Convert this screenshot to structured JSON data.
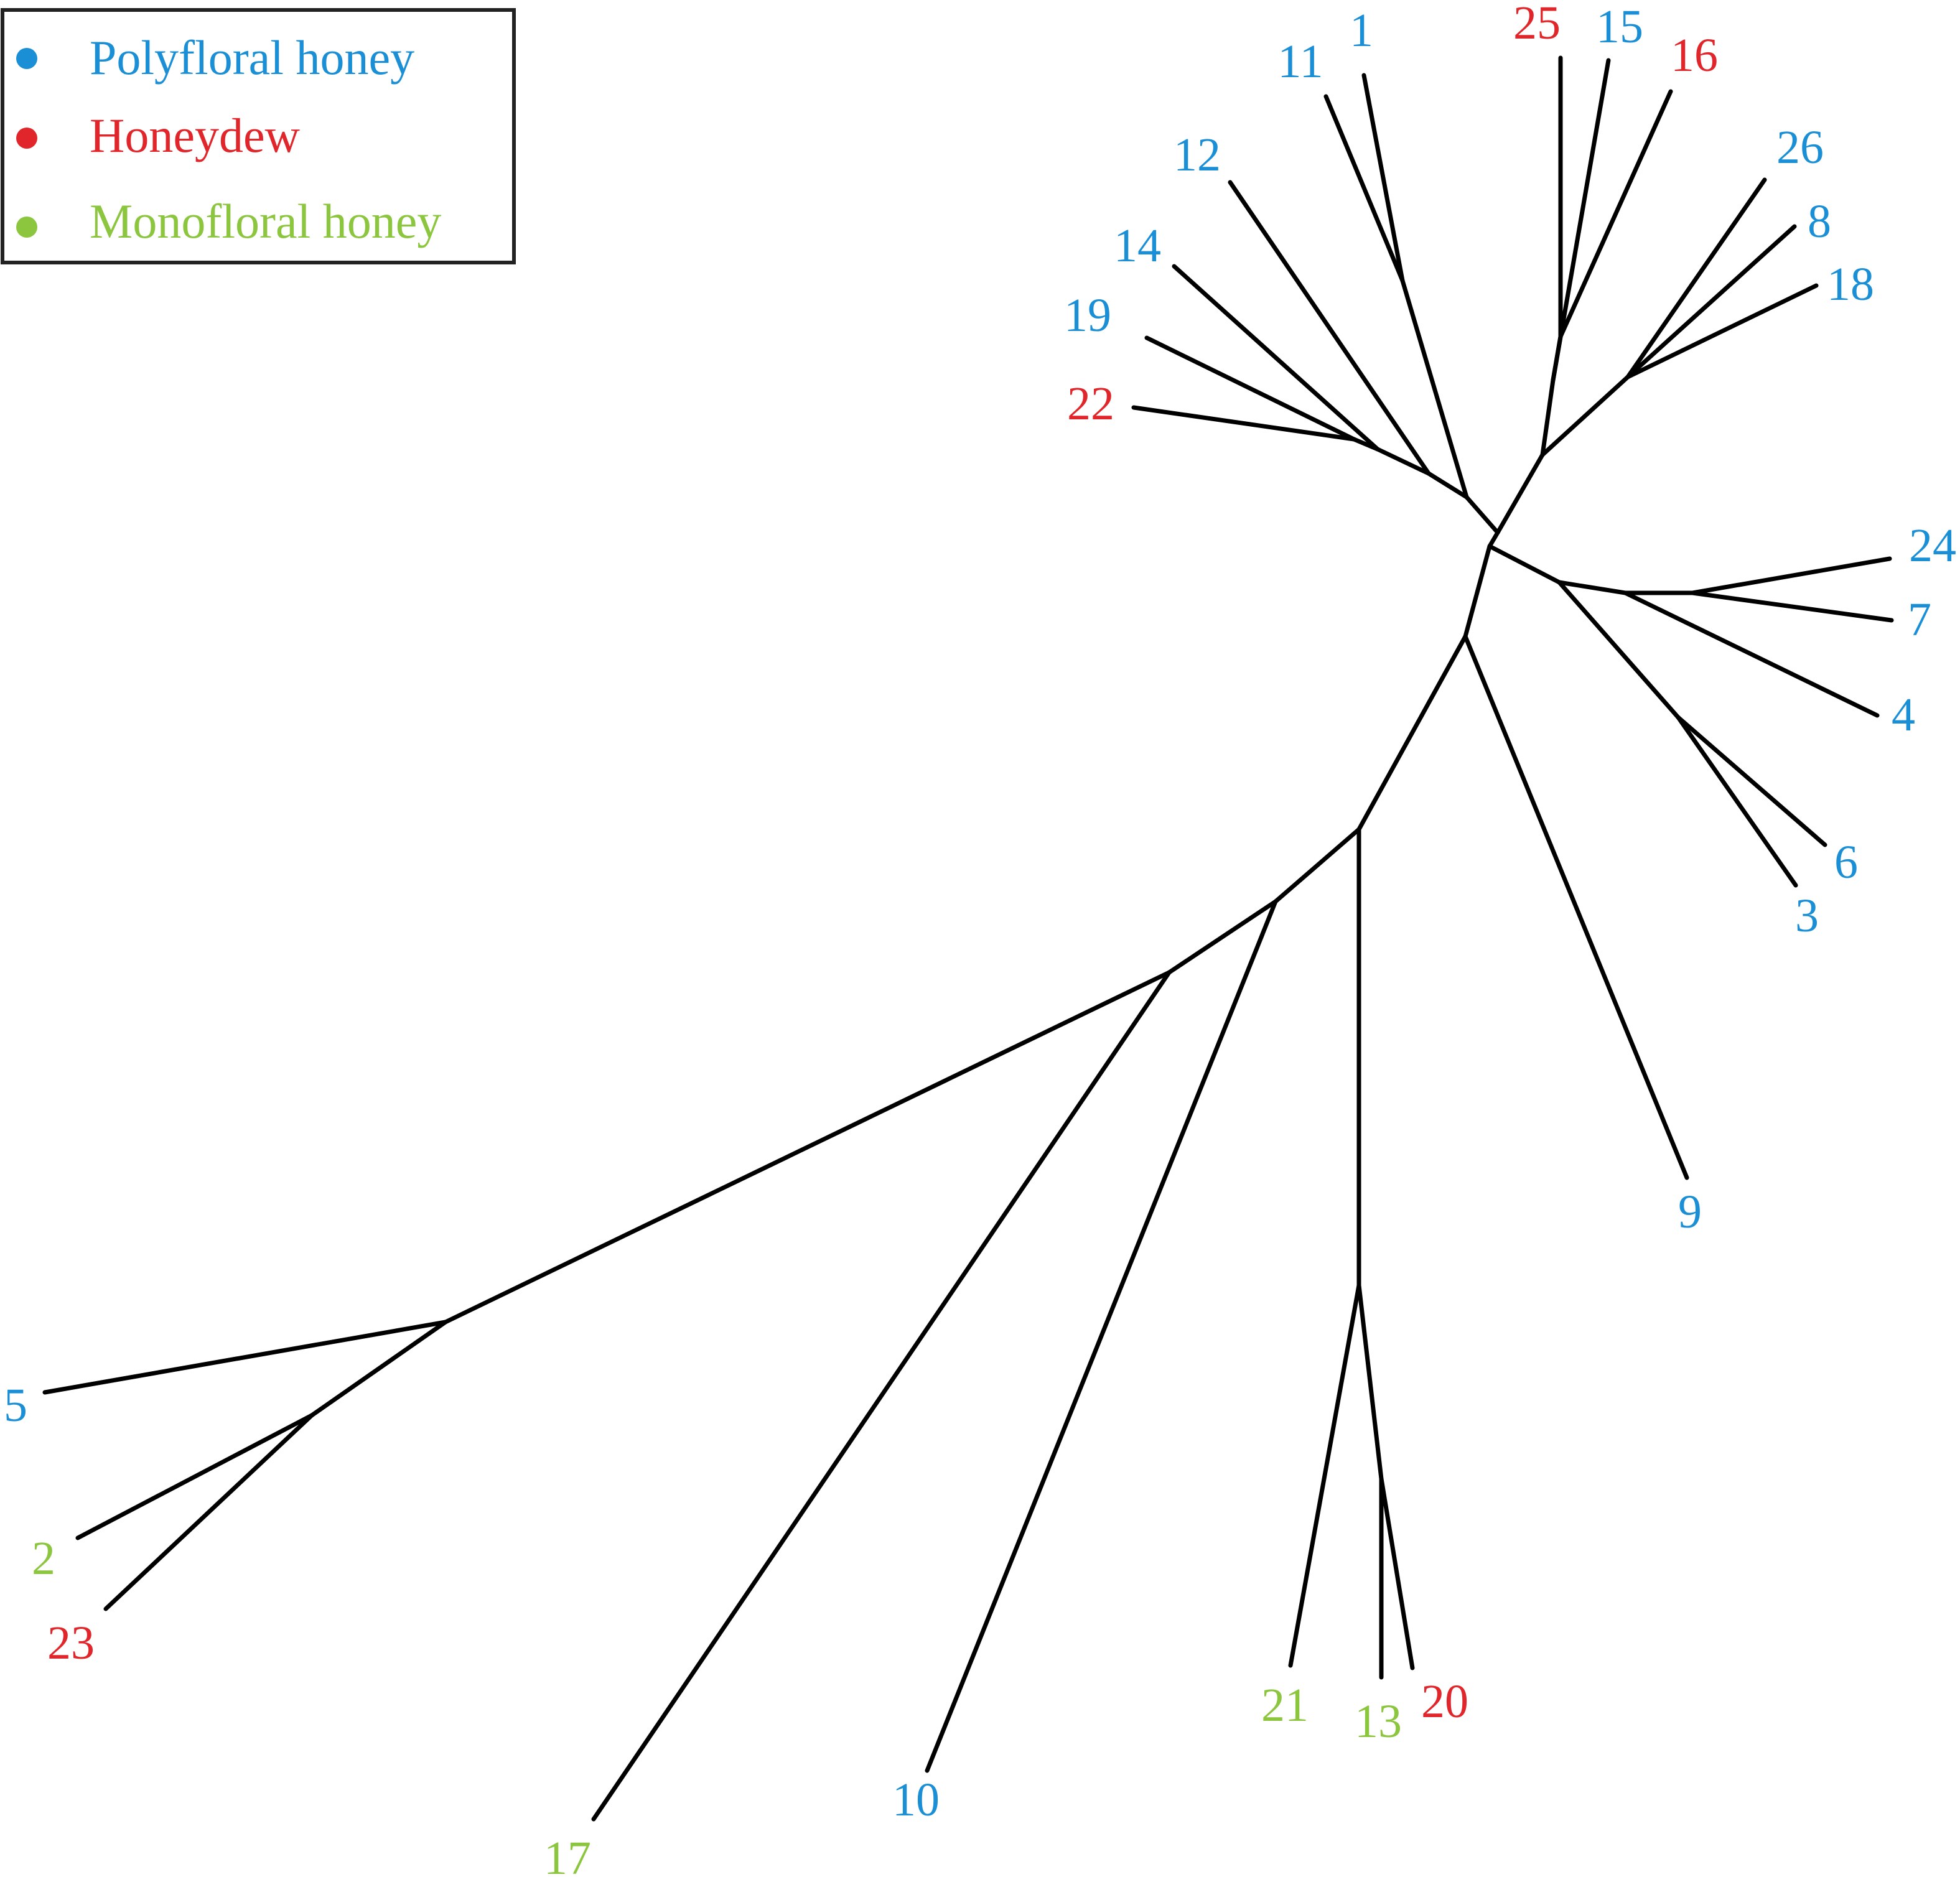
{
  "legend": {
    "items": [
      {
        "label": "Polyfloral honey",
        "color": "#1a8fd6"
      },
      {
        "label": "Honeydew",
        "color": "#e0262a"
      },
      {
        "label": "Monofloral honey",
        "color": "#8cc63f"
      }
    ]
  },
  "leaves": [
    {
      "id": "1",
      "category": 0
    },
    {
      "id": "2",
      "category": 2
    },
    {
      "id": "3",
      "category": 0
    },
    {
      "id": "4",
      "category": 0
    },
    {
      "id": "5",
      "category": 0
    },
    {
      "id": "6",
      "category": 0
    },
    {
      "id": "7",
      "category": 0
    },
    {
      "id": "8",
      "category": 0
    },
    {
      "id": "9",
      "category": 0
    },
    {
      "id": "10",
      "category": 0
    },
    {
      "id": "11",
      "category": 0
    },
    {
      "id": "12",
      "category": 0
    },
    {
      "id": "13",
      "category": 2
    },
    {
      "id": "14",
      "category": 0
    },
    {
      "id": "15",
      "category": 0
    },
    {
      "id": "16",
      "category": 1
    },
    {
      "id": "17",
      "category": 2
    },
    {
      "id": "18",
      "category": 0
    },
    {
      "id": "19",
      "category": 0
    },
    {
      "id": "20",
      "category": 1
    },
    {
      "id": "21",
      "category": 2
    },
    {
      "id": "22",
      "category": 1
    },
    {
      "id": "23",
      "category": 1
    },
    {
      "id": "24",
      "category": 0
    },
    {
      "id": "25",
      "category": 1
    },
    {
      "id": "26",
      "category": 0
    }
  ]
}
